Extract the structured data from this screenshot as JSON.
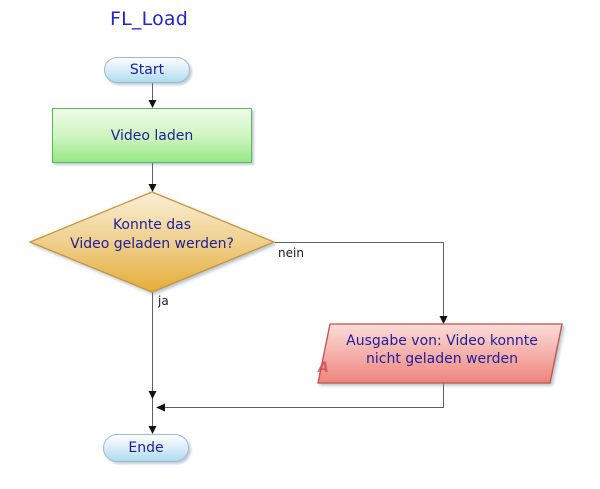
{
  "title": "FL_Load",
  "flowchart": {
    "nodes": {
      "start": {
        "type": "terminator",
        "label": "Start"
      },
      "load_video": {
        "type": "process",
        "label": "Video laden"
      },
      "decision": {
        "type": "decision",
        "lines": [
          "Konnte das",
          "Video geladen werden?"
        ]
      },
      "output": {
        "type": "output",
        "lines": [
          "Ausgabe von: Video konnte",
          "nicht geladen werden"
        ],
        "marker": "A"
      },
      "end": {
        "type": "terminator",
        "label": "Ende"
      }
    },
    "edge_labels": {
      "no": "nein",
      "yes": "ja"
    }
  },
  "colors": {
    "title_text": "#2424cc",
    "node_text": "#20209a",
    "terminator_fill_top": "#fbfeff",
    "terminator_fill_bottom": "#aedcf0",
    "terminator_border": "#9fb9c8",
    "process_fill_top": "#f0fcea",
    "process_fill_bottom": "#95e884",
    "process_border": "#5cb85c",
    "decision_fill_top": "#f9f0d6",
    "decision_fill_bottom": "#e4ad37",
    "decision_border": "#c9953a",
    "output_fill_top": "#fcdcd9",
    "output_fill_bottom": "#ee837d",
    "output_border": "#c4504b",
    "connector": "#606060",
    "arrowhead": "#111111"
  }
}
